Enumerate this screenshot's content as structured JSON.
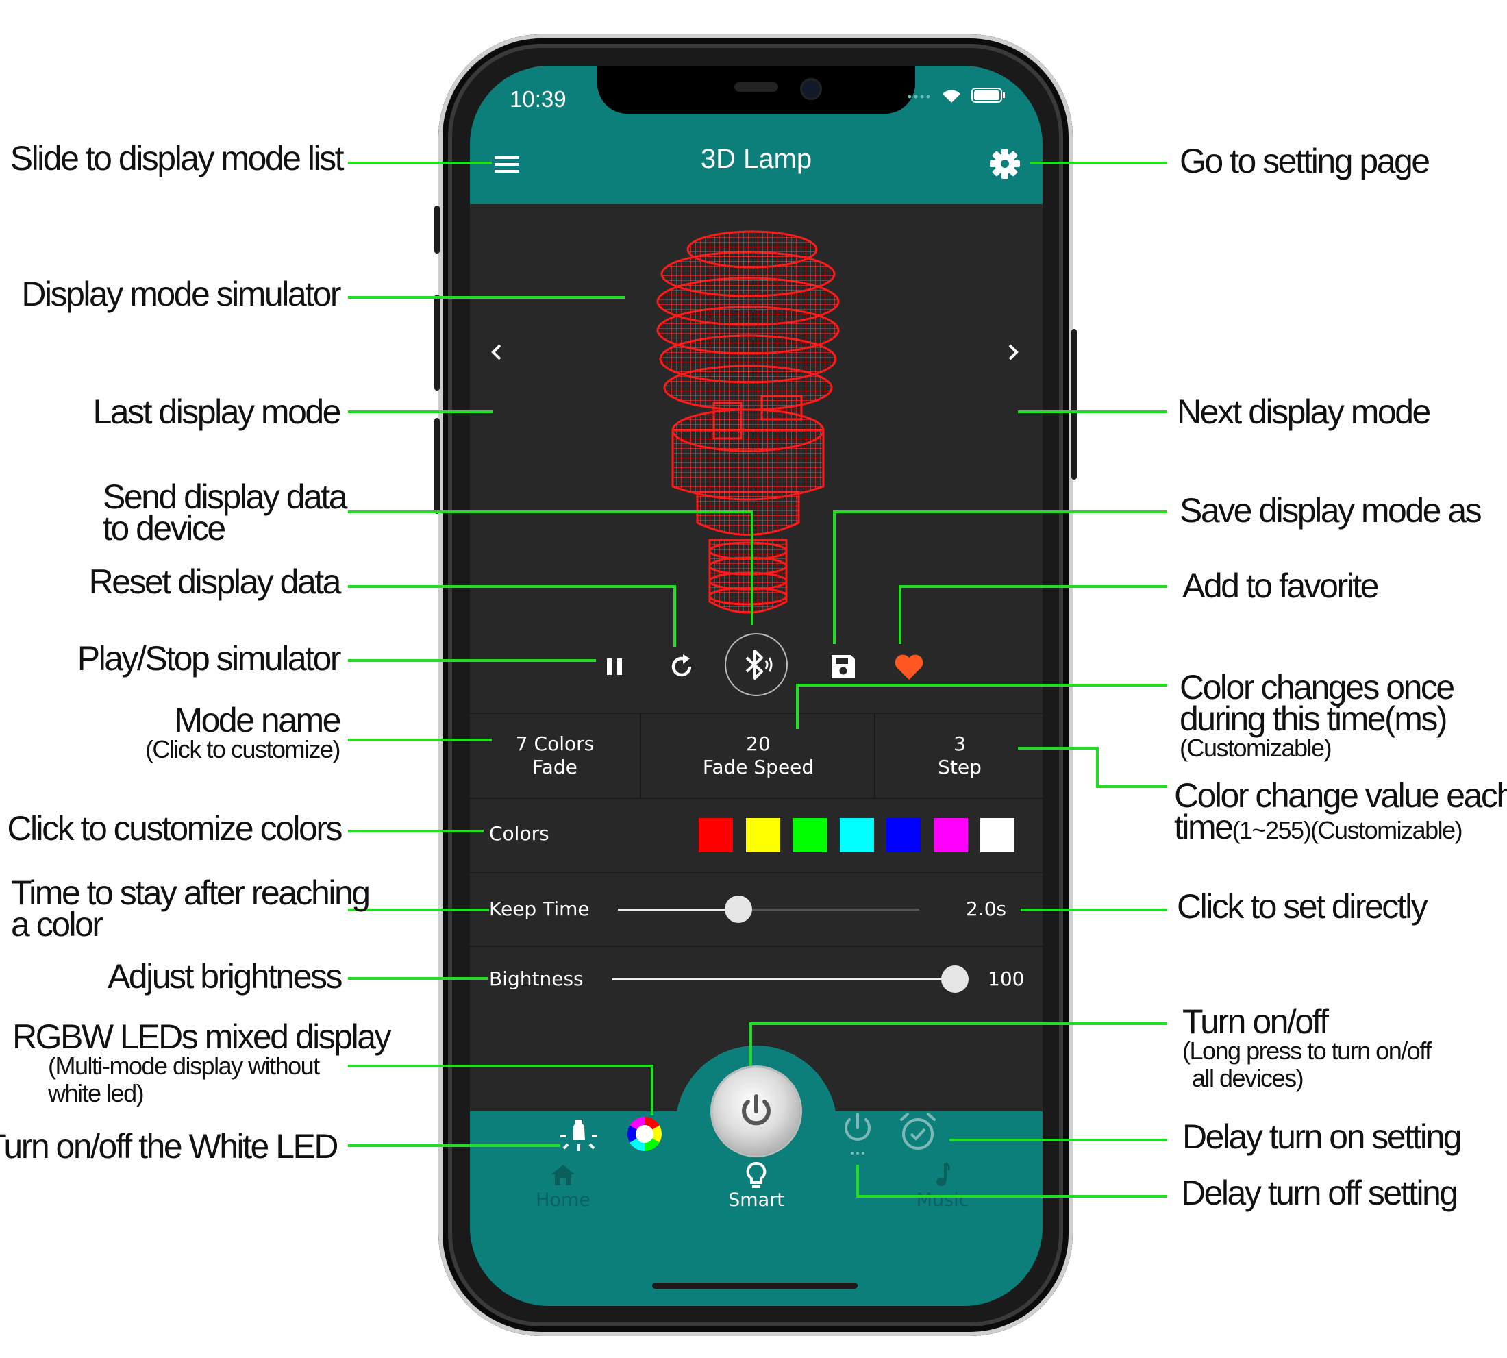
{
  "status_bar": {
    "time": "10:39"
  },
  "header": {
    "title": "3D Lamp"
  },
  "mode_bar": {
    "mode_name_line1": "7 Colors",
    "mode_name_line2": "Fade",
    "fade_speed_value": "20",
    "fade_speed_label": "Fade Speed",
    "step_value": "3",
    "step_label": "Step"
  },
  "colors_row": {
    "label": "Colors",
    "swatches": [
      "#ff0000",
      "#ffff00",
      "#00ff00",
      "#00ffff",
      "#0000ff",
      "#ff00ff",
      "#ffffff"
    ]
  },
  "keep_time": {
    "label": "Keep Time",
    "value": "2.0s",
    "slider_fraction": 0.4
  },
  "brightness": {
    "label": "Bightness",
    "value": "100",
    "slider_fraction": 1.0
  },
  "tab_bar": {
    "home": "Home",
    "smart": "Smart",
    "music": "Music",
    "active": "Smart"
  },
  "icons": {
    "menu": "menu-icon",
    "settings": "gear-icon",
    "prev": "chevron-left-icon",
    "next": "chevron-right-icon",
    "pause": "pause-icon",
    "reset": "refresh-icon",
    "send": "bluetooth-icon",
    "save": "save-icon",
    "favorite": "heart-icon",
    "white_led": "light-icon",
    "rgbw": "color-wheel-icon",
    "power": "power-icon",
    "delay_on": "power-timer-icon",
    "delay_off": "alarm-clock-icon"
  },
  "theme": {
    "header_color": "#0c7f7b",
    "background": "#282828",
    "connector_color": "#22dd22",
    "favorite_color": "#ff5722"
  },
  "annotations": {
    "slide_mode_list": "Slide to display mode list",
    "go_settings": "Go to setting page",
    "simulator": "Display mode simulator",
    "last_mode": "Last display mode",
    "next_mode": "Next display mode",
    "send_line1": "Send display data",
    "send_line2": "to device",
    "save_mode": "Save  display mode as",
    "reset_data": "Reset display data",
    "add_favorite": "Add to favorite",
    "play_stop": "Play/Stop simulator",
    "color_once_line1": "Color changes once",
    "color_once_line2": "during this time(ms)",
    "color_once_line3": "(Customizable)",
    "mode_name": "Mode name",
    "mode_name_sub": "(Click to customize)",
    "color_value_line1": "Color change value each",
    "color_value_line2a": "time",
    "color_value_line2b": "(1~255)(Customizable)",
    "customize_colors": "Click to customize colors",
    "stay_line1": "Time to stay after reaching",
    "stay_line2": "a color",
    "set_directly": "Click to set directly",
    "adjust_brightness": "Adjust brightness",
    "turn_onoff": "Turn on/off",
    "turn_onoff_sub1": "(Long press to turn on/off",
    "turn_onoff_sub2": "all devices)",
    "rgbw_line1": "RGBW LEDs mixed display",
    "rgbw_sub1": "(Multi-mode display without",
    "rgbw_sub2": "white led)",
    "delay_on": "Delay turn on setting",
    "white_led": "Turn on/off  the White LED",
    "delay_off": "Delay turn off setting"
  }
}
